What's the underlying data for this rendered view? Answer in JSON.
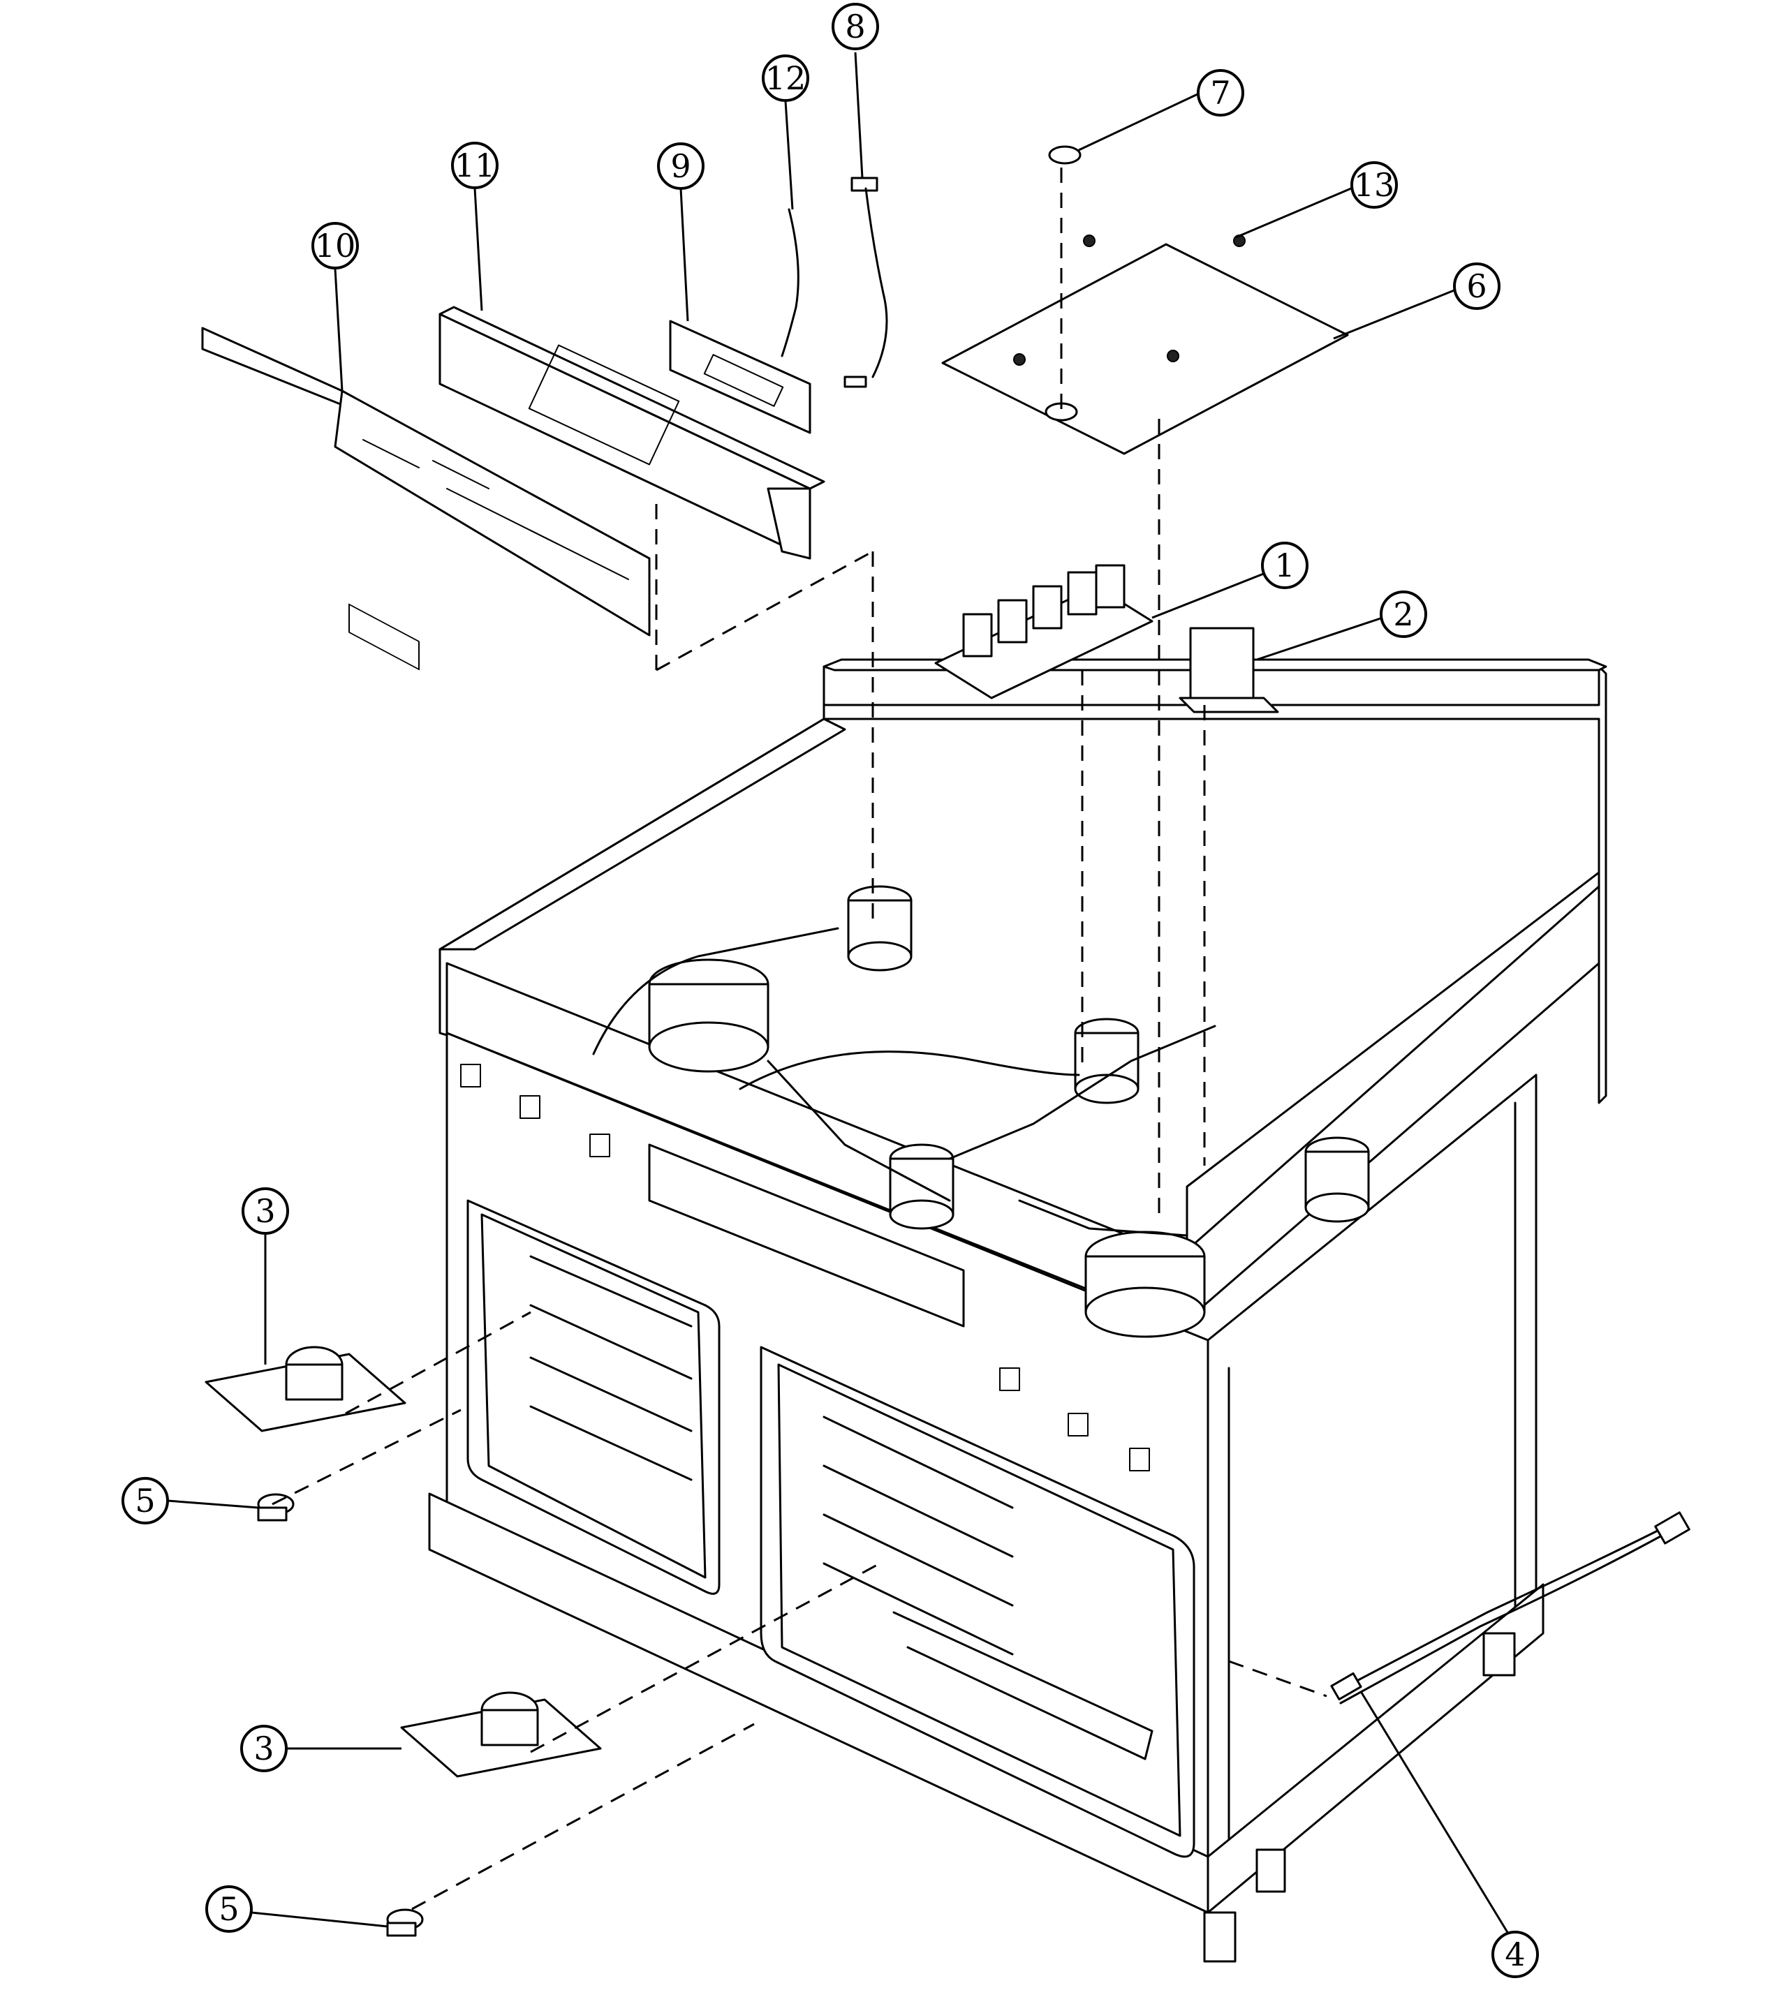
{
  "diagram": {
    "type": "exploded-parts-view",
    "callouts": [
      {
        "id": "c1",
        "label": "1"
      },
      {
        "id": "c2",
        "label": "2"
      },
      {
        "id": "c3a",
        "label": "3"
      },
      {
        "id": "c3b",
        "label": "3"
      },
      {
        "id": "c4",
        "label": "4"
      },
      {
        "id": "c5a",
        "label": "5"
      },
      {
        "id": "c5b",
        "label": "5"
      },
      {
        "id": "c6",
        "label": "6"
      },
      {
        "id": "c7",
        "label": "7"
      },
      {
        "id": "c8",
        "label": "8"
      },
      {
        "id": "c9",
        "label": "9"
      },
      {
        "id": "c10",
        "label": "10"
      },
      {
        "id": "c11",
        "label": "11"
      },
      {
        "id": "c12",
        "label": "12"
      },
      {
        "id": "c13",
        "label": "13"
      }
    ]
  }
}
